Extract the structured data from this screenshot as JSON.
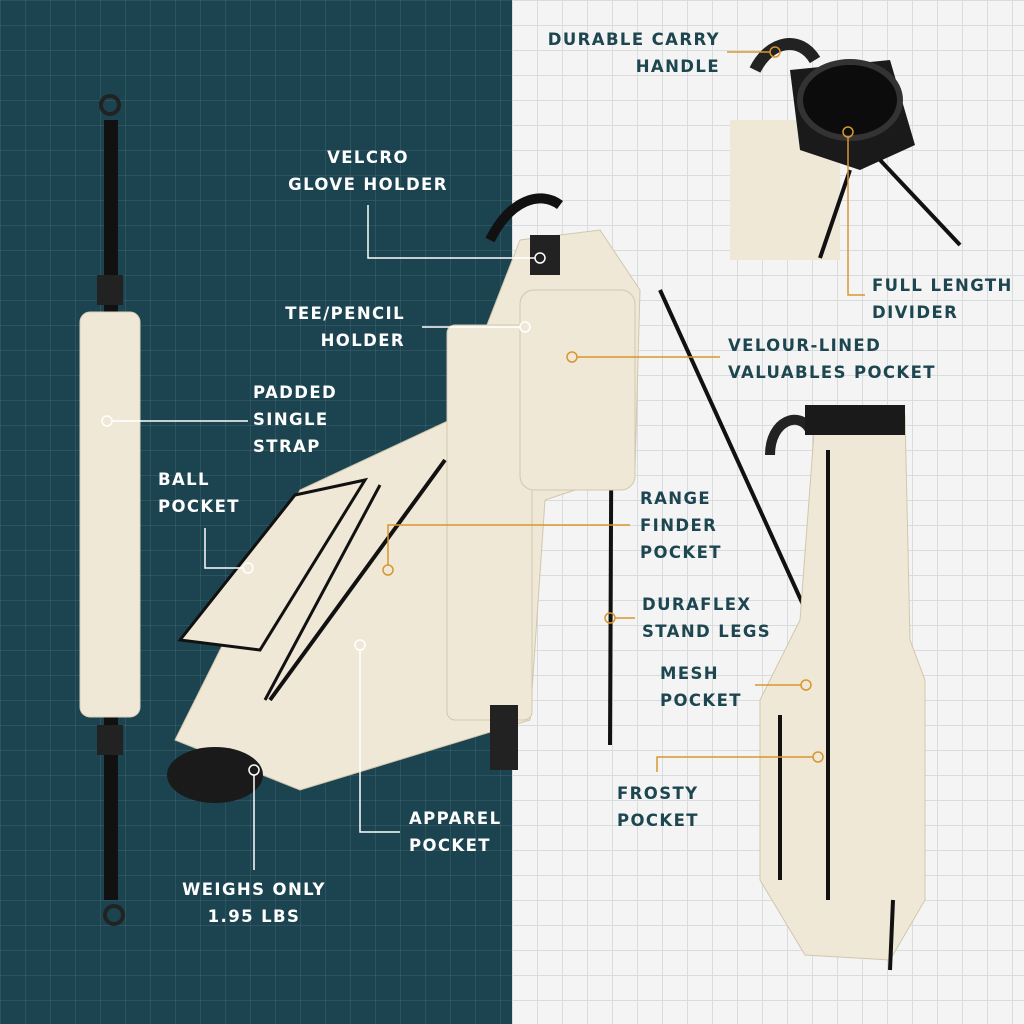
{
  "colors": {
    "left_bg": "#1b4450",
    "right_bg": "#f3f4f3",
    "accent_line": "#d9962f",
    "label_dark": "#1d4650",
    "label_light": "#ffffff",
    "bag": "#efe8d6"
  },
  "callouts": {
    "carry_handle": [
      "DURABLE CARRY",
      "HANDLE"
    ],
    "glove_holder": [
      "VELCRO",
      "GLOVE HOLDER"
    ],
    "tee_holder": [
      "TEE/PENCIL",
      "HOLDER"
    ],
    "strap": [
      "PADDED",
      "SINGLE",
      "STRAP"
    ],
    "ball_pocket": [
      "BALL",
      "POCKET"
    ],
    "divider": [
      "FULL LENGTH",
      "DIVIDER"
    ],
    "valuables": [
      "VELOUR-LINED",
      "VALUABLES POCKET"
    ],
    "rangefinder": [
      "RANGE",
      "FINDER",
      "POCKET"
    ],
    "stand_legs": [
      "DURAFLEX",
      "STAND LEGS"
    ],
    "mesh": [
      "MESH",
      "POCKET"
    ],
    "frosty": [
      "FROSTY",
      "POCKET"
    ],
    "apparel": [
      "APPAREL",
      "POCKET"
    ],
    "weight": [
      "WEIGHS ONLY",
      "1.95 LBS"
    ]
  }
}
